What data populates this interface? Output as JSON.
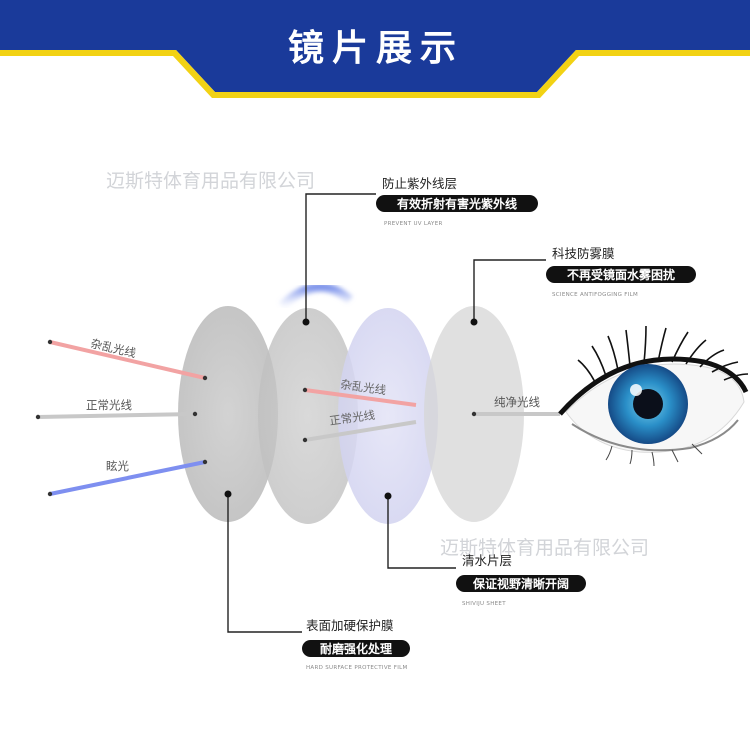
{
  "header": {
    "title": "镜片展示",
    "colors": {
      "band": "#1a3a9a",
      "accent": "#f2d214"
    }
  },
  "watermarks": [
    "迈斯特体育用品有限公司",
    "迈斯特体育用品有限公司"
  ],
  "layers": [
    {
      "id": "uv",
      "title": "防止紫外线层",
      "subtitle": "有效折射有害光紫外线",
      "en": "PREVENT UV LAYER"
    },
    {
      "id": "antifog",
      "title": "科技防雾膜",
      "subtitle": "不再受镜面水雾困扰",
      "en": "SCIENCE ANTIFOGGING FILM"
    },
    {
      "id": "clear",
      "title": "清水片层",
      "subtitle": "保证视野清晰开阔",
      "en": "SHIVIJU SHEET"
    },
    {
      "id": "hard",
      "title": "表面加硬保护膜",
      "subtitle": "耐磨强化处理",
      "en": "HARD SURFACE PROTECTIVE FILM"
    }
  ],
  "rays": {
    "stray": "杂乱光线",
    "normal": "正常光线",
    "glare": "眩光",
    "stray_inner": "杂乱光线",
    "normal_inner": "正常光线",
    "pure": "纯净光线"
  },
  "icons": [
    "eye-icon"
  ]
}
